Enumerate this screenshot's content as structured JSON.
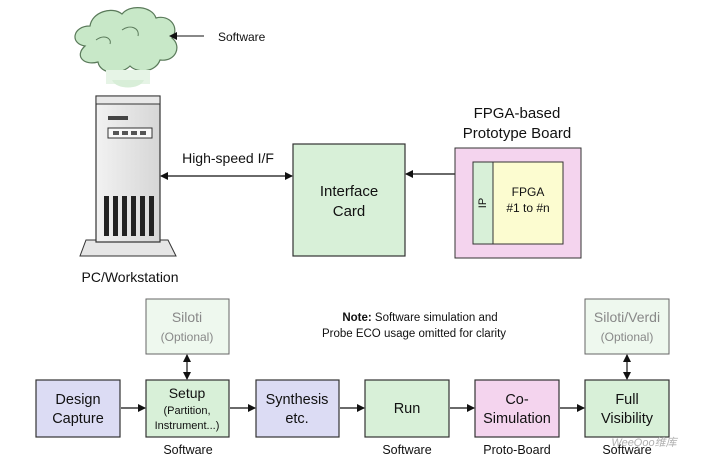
{
  "top": {
    "cloud_label": "Software",
    "link_label": "High-speed I/F",
    "pc_label": "PC/Workstation",
    "interface_card": [
      "Interface",
      "Card"
    ],
    "board_title": [
      "FPGA-based",
      "Prototype Board"
    ],
    "ip_label": "IP",
    "fpga_label": [
      "FPGA",
      "#1 to #n"
    ]
  },
  "note": {
    "bold": "Note:",
    "line1": " Software simulation and",
    "line2": "Probe ECO usage omitted for clarity"
  },
  "flow": {
    "optional_left": [
      "Siloti",
      "(Optional)"
    ],
    "optional_right": [
      "Siloti/Verdi",
      "(Optional)"
    ],
    "design_capture": [
      "Design",
      "Capture"
    ],
    "setup_title": "Setup",
    "setup_sub": [
      "(Partition,",
      "Instrument...)"
    ],
    "synthesis": [
      "Synthesis",
      "etc."
    ],
    "run": "Run",
    "cosim": [
      "Co-",
      "Simulation"
    ],
    "full_vis": [
      "Full",
      "Visibility"
    ],
    "under_setup": "Software",
    "under_run": "Software",
    "under_cosim": "Proto-Board",
    "under_full": "Software"
  },
  "watermark": "WeeQoo维库",
  "colors": {
    "cloud": "#c8e8c8",
    "green_box": "#d8f0d8",
    "purple_box": "#dcdcf4",
    "pink_box": "#f4d4ee",
    "yellow_box": "#fcfcd0"
  }
}
